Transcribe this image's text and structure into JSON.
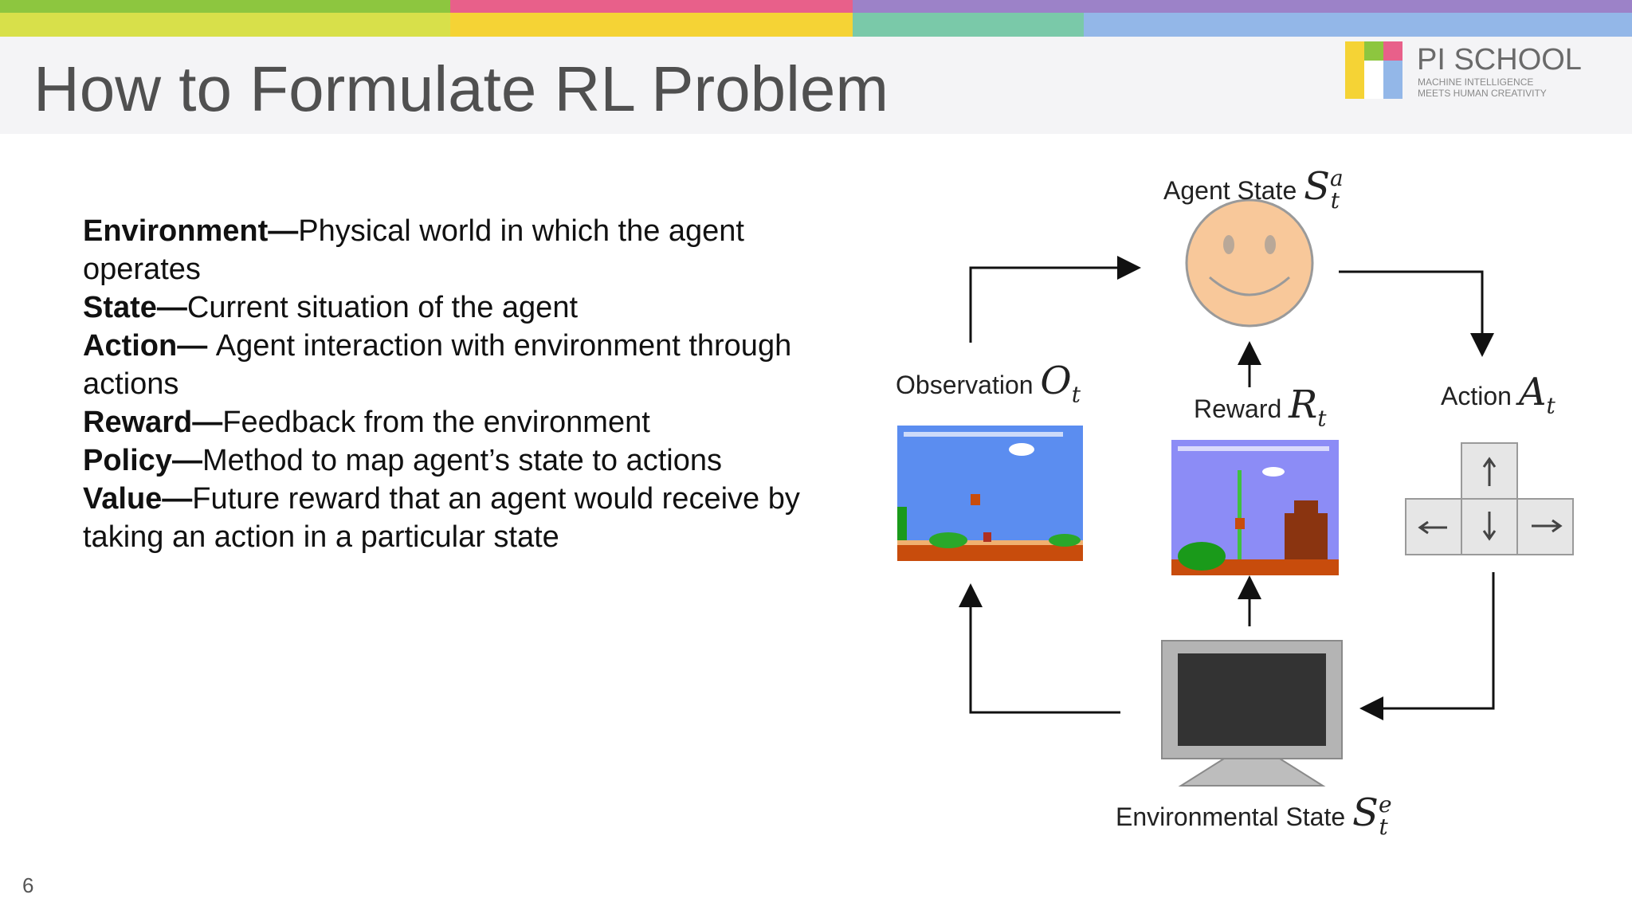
{
  "slide": {
    "title": "How to Formulate RL Problem",
    "page_number": "6",
    "colors": {
      "band_green": "#8dc63f",
      "band_pink": "#e8608a",
      "band_yellow": "#f5d335",
      "band_violet": "#9c82c8",
      "band_teal": "#7ac9a9",
      "band_blue": "#93b7e8",
      "header_bg": "#f4f4f6",
      "title_color": "#505050"
    }
  },
  "logo": {
    "name": "PI SCHOOL",
    "tagline_1": "MACHINE INTELLIGENCE",
    "tagline_2": "MEETS HUMAN CREATIVITY"
  },
  "definitions": [
    {
      "term": "Environment—",
      "text": "Physical world in which the agent operates"
    },
    {
      "term": "State—",
      "text": "Current situation of the agent"
    },
    {
      "term": "Action— ",
      "text": "Agent interaction with environment through actions"
    },
    {
      "term": "Reward—",
      "text": "Feedback from the environment"
    },
    {
      "term": "Policy—",
      "text": "Method to map agent’s state to actions"
    },
    {
      "term": "Value—",
      "text": "Future reward that an agent would receive by taking an action in a particular state"
    }
  ],
  "diagram": {
    "agent_state_label": "Agent State",
    "agent_state_symbol": "S",
    "agent_state_sub": "t",
    "agent_state_sup": "a",
    "observation_label": "Observation",
    "observation_symbol": "O",
    "observation_sub": "t",
    "reward_label": "Reward",
    "reward_symbol": "R",
    "reward_sub": "t",
    "action_label": "Action",
    "action_symbol": "A",
    "action_sub": "t",
    "env_state_label": "Environmental State",
    "env_state_symbol": "S",
    "env_state_sub": "t",
    "env_state_sup": "e",
    "icons": [
      "smiley-face-icon",
      "game-screenshot-icon",
      "arrow-keys-icon",
      "computer-monitor-icon"
    ]
  }
}
